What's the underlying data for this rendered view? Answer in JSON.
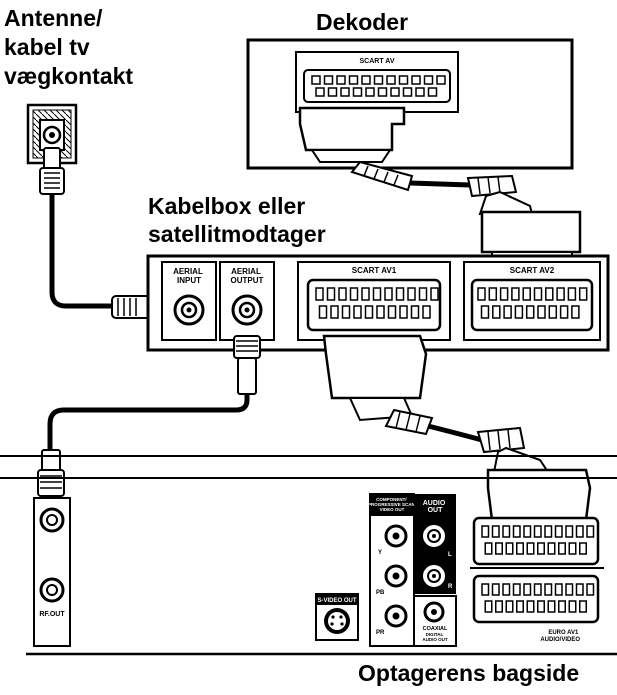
{
  "labels": {
    "antenna": [
      "Antenne/",
      "kabel tv",
      "vægkontakt"
    ],
    "decoder": "Dekoder",
    "cablebox": [
      "Kabelbox eller",
      "satellitmodtager"
    ],
    "rear": "Optagerens bagside"
  },
  "decoder_panel": {
    "scart": "SCART AV"
  },
  "cablebox_panel": {
    "aerial_input": [
      "AERIAL",
      "INPUT"
    ],
    "aerial_output": [
      "AERIAL",
      "OUTPUT"
    ],
    "scart1": "SCART AV1",
    "scart2": "SCART AV2"
  },
  "recorder_panel": {
    "component_out": [
      "COMPONENT/",
      "PROGRESSIVE SCAN",
      "VIDEO OUT"
    ],
    "audio_out": [
      "AUDIO",
      "OUT"
    ],
    "s_video_out": "S-VIDEO OUT",
    "coaxial": "COAXIAL",
    "digital_audio_out": [
      "DIGITAL",
      "AUDIO OUT"
    ],
    "euro_av1": [
      "EURO AV1",
      "AUDIO/VIDEO"
    ],
    "rf_out": "RF.OUT",
    "y": "Y",
    "pb": "PB",
    "pr": "PR",
    "l": "L",
    "r": "R"
  }
}
